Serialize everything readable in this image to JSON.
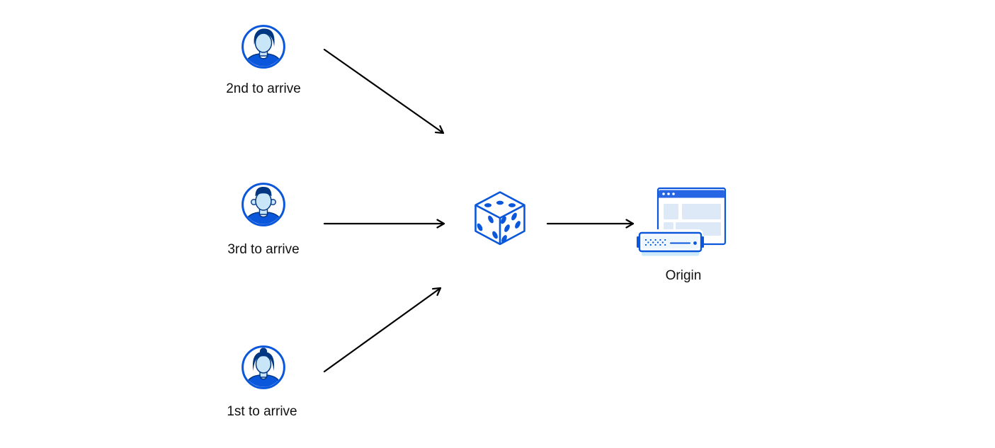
{
  "diagram": {
    "title": "random steering diagram",
    "nodes": {
      "user_2nd": {
        "label": "2nd to arrive",
        "icon": "user-male-swoop-avatar-icon"
      },
      "user_3rd": {
        "label": "3rd to arrive",
        "icon": "user-male-flattop-avatar-icon"
      },
      "user_1st": {
        "label": "1st to arrive",
        "icon": "user-female-bun-avatar-icon"
      },
      "dice": {
        "icon": "dice-icon"
      },
      "origin": {
        "label": "Origin",
        "icon": "origin-server-browser-icon"
      }
    },
    "edges": [
      {
        "from": "user_2nd",
        "to": "dice"
      },
      {
        "from": "user_3rd",
        "to": "dice"
      },
      {
        "from": "user_1st",
        "to": "dice"
      },
      {
        "from": "dice",
        "to": "origin"
      }
    ]
  },
  "colors": {
    "accent_blue": "#0a57dc",
    "dark_navy": "#003682",
    "skin_blue": "#c9e6f8",
    "panel_blue": "#dde9f6",
    "server_base_blue": "#cdeafa",
    "server_face_blue": "#eef7fd",
    "titlebar_blue": "#2666e4",
    "arrow_black": "#000000",
    "label_text": "#111111"
  }
}
